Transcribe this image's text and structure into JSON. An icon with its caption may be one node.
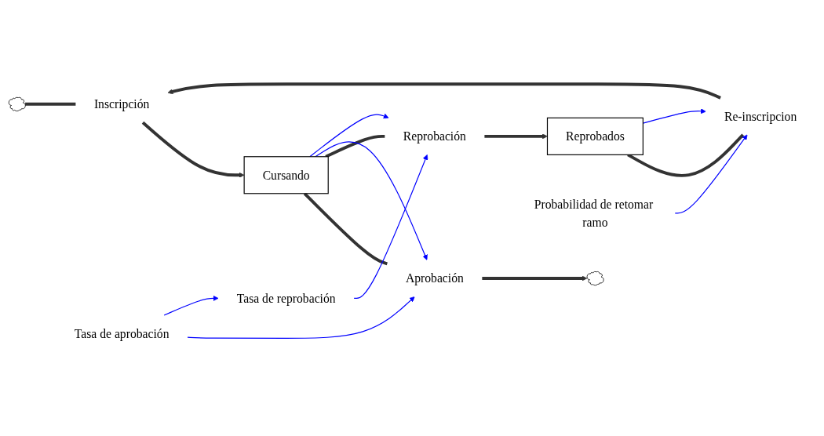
{
  "diagram": {
    "nodes": [
      {
        "text": [],
        "shape": "cloud"
      },
      {
        "text": [
          "Inscripción"
        ]
      },
      {
        "text": [
          "Cursando"
        ]
      },
      {
        "text": [
          "Aprobación"
        ]
      },
      {
        "text": [],
        "shape": "cloud"
      },
      {
        "text": [
          "Reprobación"
        ]
      },
      {
        "text": [
          "Reprobados"
        ]
      },
      {
        "text": [
          "Re-inscripcion"
        ]
      },
      {
        "text": [
          "Probabilidad de retomar ramo"
        ]
      },
      {
        "text": [
          "Tasa de aprobación"
        ]
      },
      {
        "text": [
          "Tasa de reprobación"
        ]
      }
    ],
    "edges": [
      {
        "from": 0,
        "to": 1,
        "arrow": "none"
      },
      {
        "from": 1,
        "to": 2,
        "arrow": "to"
      },
      {
        "from": 2,
        "to": 3,
        "arrow": "none"
      },
      {
        "from": 3,
        "to": 4,
        "arrow": "to"
      },
      {
        "from": 2,
        "to": 5,
        "arrow": "none"
      },
      {
        "from": 5,
        "to": 6,
        "arrow": "to"
      },
      {
        "from": 6,
        "to": 7,
        "arrow": "none"
      },
      {
        "from": 7,
        "to": 1,
        "arrow": "to"
      },
      {
        "from": 2,
        "to": 3,
        "arrow": "to",
        "color": "#0000ff"
      },
      {
        "from": 2,
        "to": 5,
        "arrow": "to",
        "color": "#0000ff"
      },
      {
        "from": 9,
        "to": 3,
        "arrow": "to",
        "color": "#0000ff"
      },
      {
        "from": 9,
        "to": 10,
        "arrow": "to",
        "color": "#0000ff"
      },
      {
        "from": 10,
        "to": 5,
        "arrow": "to",
        "color": "#0000ff"
      },
      {
        "from": 8,
        "to": 7,
        "arrow": "to",
        "color": "#0000ff"
      },
      {
        "from": 6,
        "to": 7,
        "arrow": "to",
        "color": "#0000ff"
      }
    ]
  }
}
